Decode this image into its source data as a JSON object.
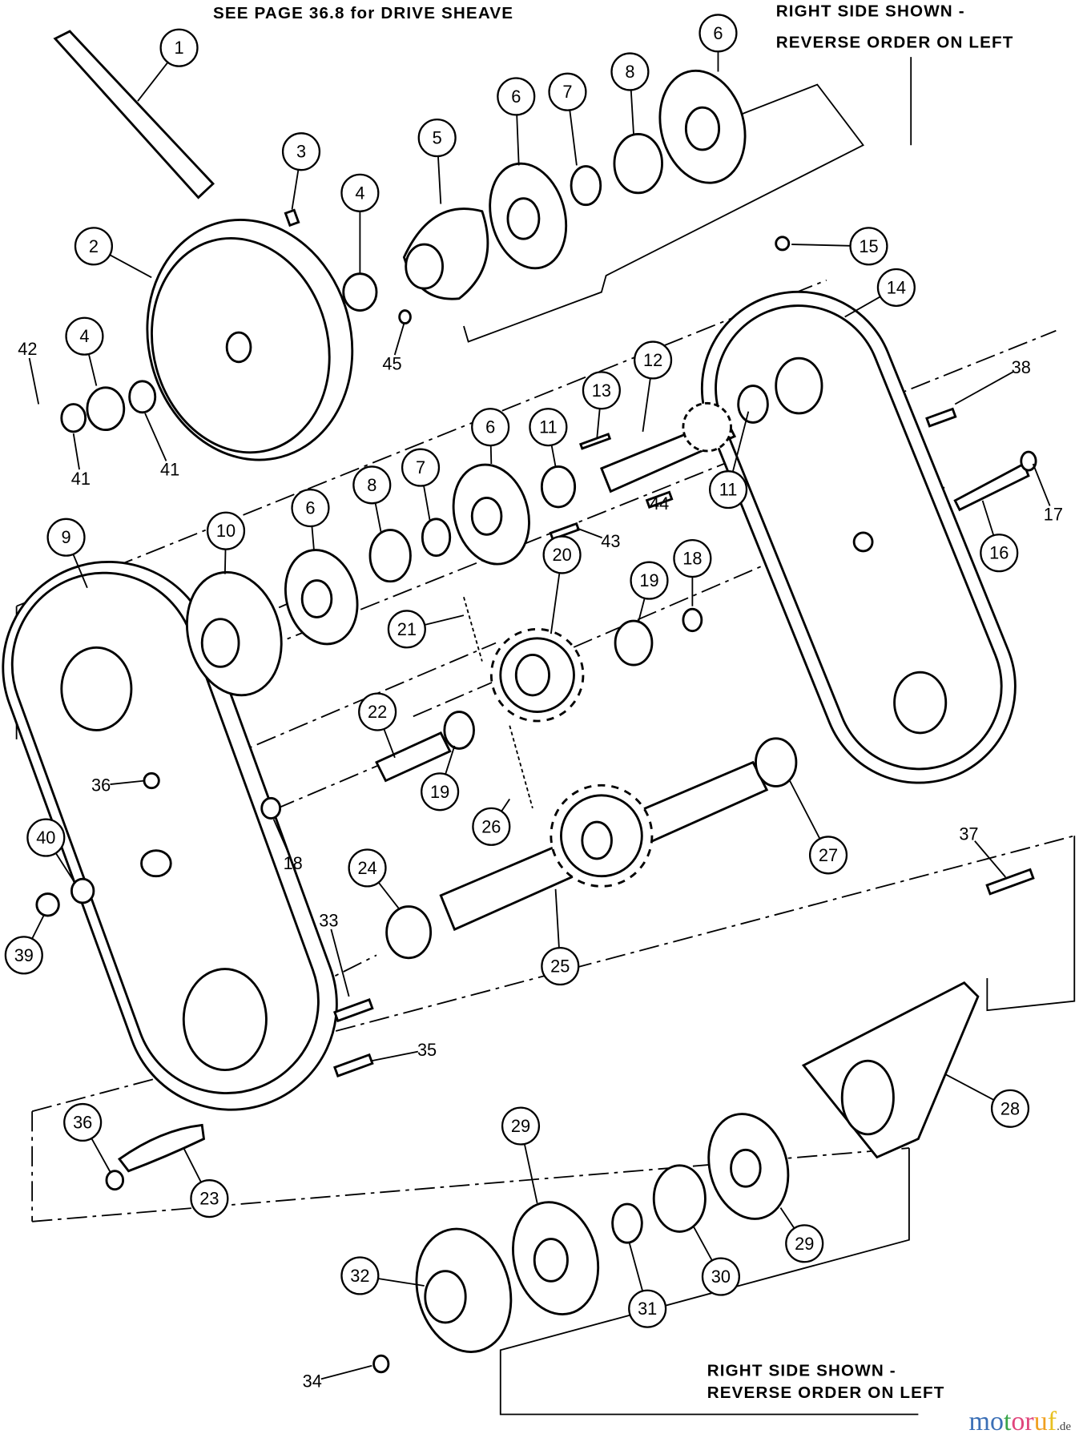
{
  "header": {
    "drive_sheave_note": "SEE PAGE  36.8 for DRIVE SHEAVE",
    "top_right_note_line1": "RIGHT SIDE SHOWN -",
    "top_right_note_line2": "REVERSE ORDER ON LEFT"
  },
  "bottom_note": {
    "line1": "RIGHT SIDE SHOWN -",
    "line2": "REVERSE ORDER ON LEFT"
  },
  "callouts": [
    "1",
    "2",
    "3",
    "4",
    "4",
    "5",
    "6",
    "7",
    "8",
    "6",
    "15",
    "14",
    "12",
    "13",
    "6",
    "11",
    "11",
    "38",
    "17",
    "16",
    "8",
    "7",
    "6",
    "10",
    "9",
    "18",
    "19",
    "20",
    "21",
    "22",
    "19",
    "36",
    "18",
    "26",
    "27",
    "40",
    "39",
    "24",
    "25",
    "33",
    "37",
    "35",
    "28",
    "36",
    "23",
    "29",
    "29",
    "32",
    "31",
    "30",
    "34",
    "42",
    "41",
    "41",
    "45",
    "43",
    "44"
  ],
  "watermark": {
    "letters": [
      "m",
      "o",
      "t",
      "o",
      "r",
      "u",
      "f"
    ],
    "suffix": ".de",
    "colors": [
      "#3b6fb6",
      "#3b6fb6",
      "#3aa54a",
      "#e0457b",
      "#e0457b",
      "#f0a020",
      "#e8c020"
    ]
  }
}
